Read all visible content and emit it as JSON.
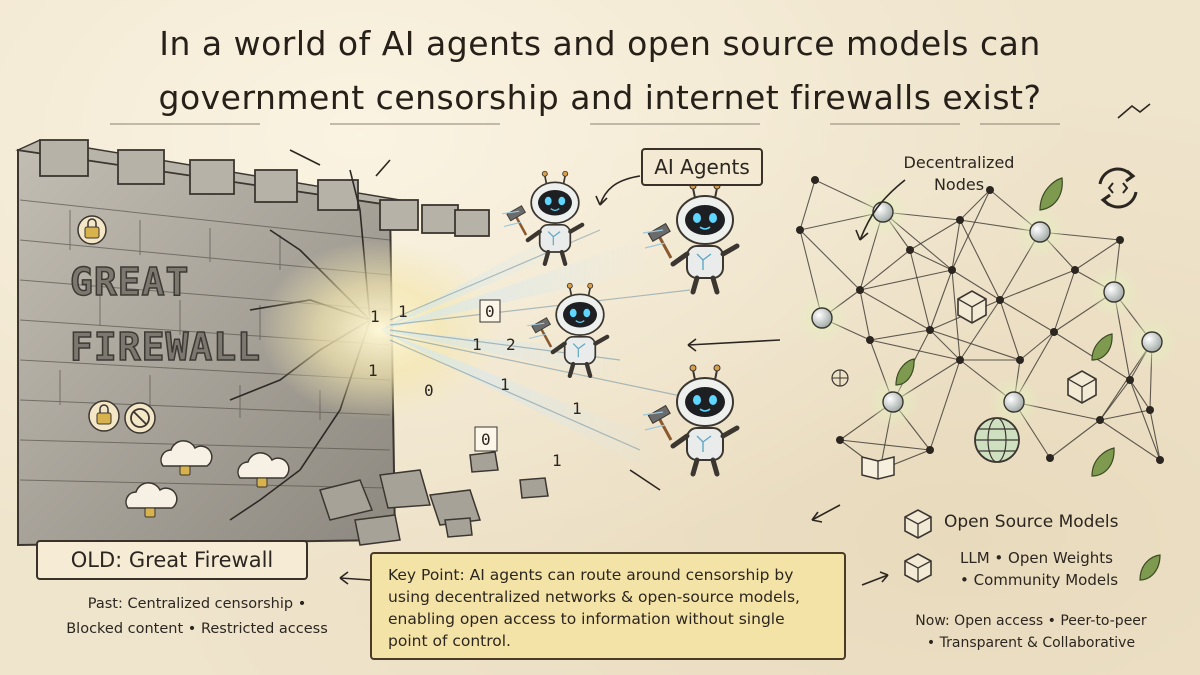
{
  "title": {
    "line1": "In a world of AI agents and open source models can",
    "line2": "government censorship and internet firewalls exist?"
  },
  "wall": {
    "text_line1": "GREAT",
    "text_line2": "FIREWALL"
  },
  "old": {
    "label": "OLD: Great Firewall",
    "desc_line1": "Past: Centralized censorship •",
    "desc_line2": "Blocked content • Restricted access"
  },
  "key_point": {
    "text": "Key Point: AI agents can route around censorship by using decentralized networks & open-source models, enabling open access to information without single point of control."
  },
  "agents": {
    "label": "AI Agents"
  },
  "network": {
    "label_line1": "Decentralized",
    "label_line2": "Nodes"
  },
  "open_source": {
    "title": "Open Source Models",
    "line1": "LLM • Open Weights",
    "line2": "• Community Models"
  },
  "now": {
    "line1": "Now: Open access • Peer-to-peer",
    "line2": "• Transparent & Collaborative"
  },
  "bits": [
    "1",
    "0",
    "1",
    "2",
    "1",
    "1",
    "1",
    "0",
    "1",
    "0",
    "1"
  ],
  "colors": {
    "paper": "#efe4cc",
    "ink": "#2c2620",
    "stone": "#a9a49b",
    "key_box": "#f4e3a6",
    "robot_eye": "#5fd6ff",
    "leaf": "#7d9a4e",
    "node_glow": "#dfe9b8"
  },
  "icons": {
    "lock": "lock-icon",
    "blocked": "blocked-icon",
    "cloud_lock": "cloud-lock-icon",
    "cube": "cube-icon",
    "globe": "globe-icon",
    "book": "book-icon",
    "refresh_code": "refresh-code-icon",
    "leaf": "leaf-icon",
    "hammer": "hammer-icon"
  }
}
